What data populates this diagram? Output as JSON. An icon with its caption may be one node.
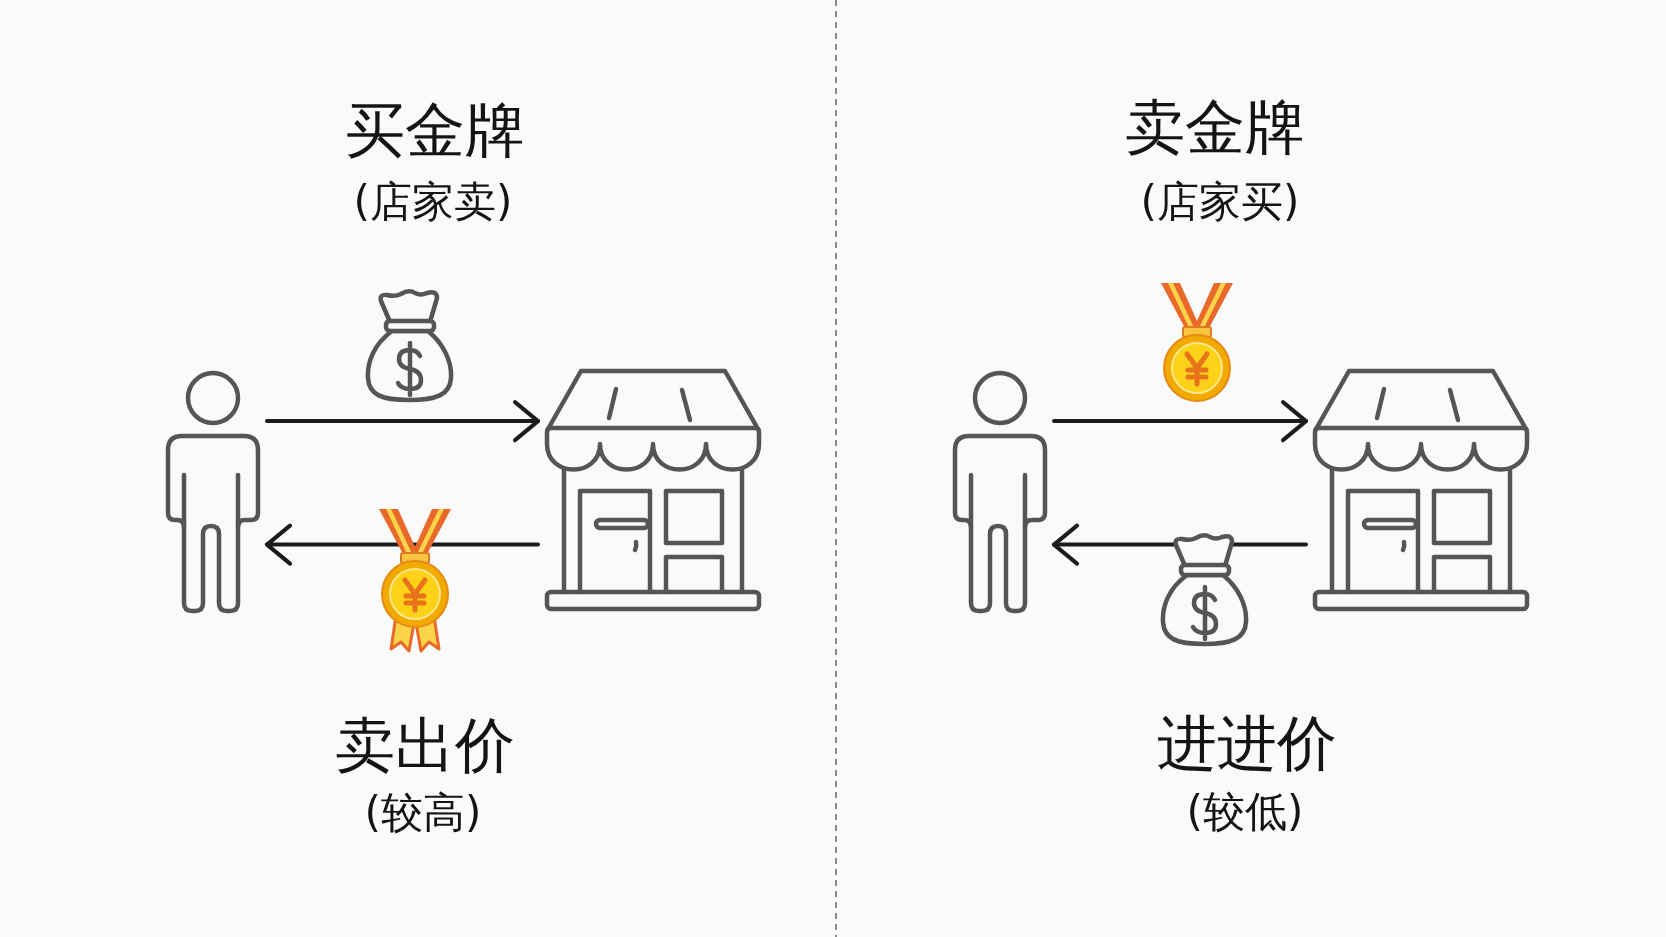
{
  "diagram": {
    "nodes": [
      {
        "text": [],
        "shape": "person"
      },
      {
        "text": [],
        "shape": "picture"
      },
      {
        "text": [],
        "shape": "person"
      },
      {
        "text": [],
        "shape": "picture"
      }
    ],
    "edges": [
      {
        "from": 0,
        "to": 1,
        "arrow": "to"
      },
      {
        "from": 1,
        "to": 0,
        "arrow": "to"
      },
      {
        "from": 2,
        "to": 3,
        "arrow": "to"
      },
      {
        "from": 3,
        "to": 2,
        "arrow": "to"
      }
    ],
    "labels": [
      "买金牌",
      "(店家卖)",
      "卖出价",
      "(较高)",
      "卖金牌",
      "(店家买)",
      "进进价",
      "(较低)"
    ]
  }
}
